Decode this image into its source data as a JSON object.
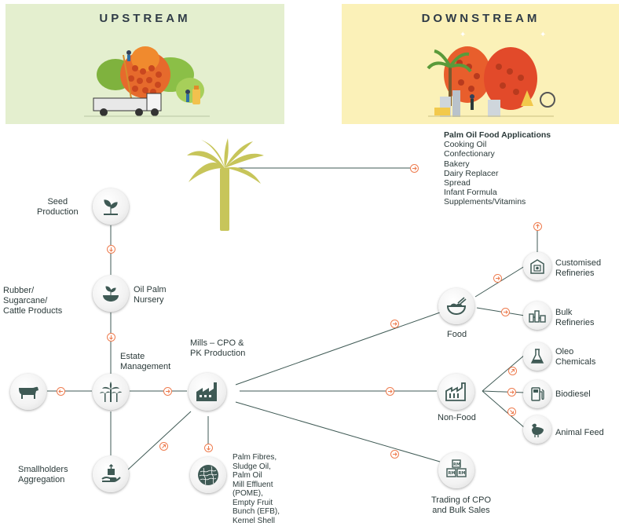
{
  "upstream": {
    "title": "UPSTREAM"
  },
  "downstream": {
    "title": "DOWNSTREAM"
  },
  "food_applications": {
    "title": "Palm Oil Food Applications",
    "items": [
      "Cooking Oil",
      "Confectionary",
      "Bakery",
      "Dairy Replacer",
      "Spread",
      "Infant Formula",
      "Supplements/Vitamins"
    ]
  },
  "nodes": {
    "seed": "Seed\nProduction",
    "nursery": "Oil Palm\nNursery",
    "rubber": "Rubber/\nSugarcane/\nCattle Products",
    "estate": "Estate\nManagement",
    "mills": "Mills – CPO &\nPK Production",
    "smallholders": "Smallholders\nAggregation",
    "byproducts": "Palm Fibres,\nSludge Oil,\nPalm Oil\nMill Effluent\n(POME),\nEmpty Fruit\nBunch (EFB),\nKernel Shell",
    "food": "Food",
    "nonfood": "Non-Food",
    "trading": "Trading of CPO\nand Bulk Sales",
    "customised": "Customised\nRefineries",
    "bulk": "Bulk\nRefineries",
    "oleo": "Oleo\nChemicals",
    "biodiesel": "Biodiesel",
    "animal_feed": "Animal Feed"
  },
  "colors": {
    "upstream_bg": "#e4efcf",
    "downstream_bg": "#fbf1b8",
    "icon": "#3f5a55",
    "arrow": "#ee7c4f",
    "palm": "#c7c55a",
    "line": "#3f5a55"
  }
}
